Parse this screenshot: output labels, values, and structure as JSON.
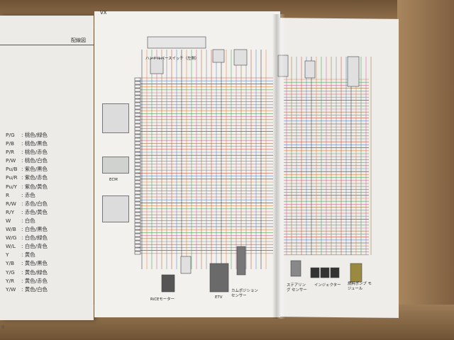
{
  "left_page": {
    "header": "配線図",
    "page_number": "8",
    "color_legend": [
      {
        "code": "P/G",
        "name": ": 桃色/緑色"
      },
      {
        "code": "P/B",
        "name": ": 桃色/黒色"
      },
      {
        "code": "P/R",
        "name": ": 桃色/赤色"
      },
      {
        "code": "P/W",
        "name": ": 桃色/白色"
      },
      {
        "code": "Pu/B",
        "name": ": 紫色/黒色"
      },
      {
        "code": "Pu/R",
        "name": ": 紫色/赤色"
      },
      {
        "code": "Pu/Y",
        "name": ": 紫色/黄色"
      },
      {
        "code": "R",
        "name": ": 赤色"
      },
      {
        "code": "R/W",
        "name": ": 赤色/白色"
      },
      {
        "code": "R/Y",
        "name": ": 赤色/黄色"
      },
      {
        "code": "W",
        "name": ": 白色"
      },
      {
        "code": "W/B",
        "name": ": 白色/黒色"
      },
      {
        "code": "W/G",
        "name": ": 白色/緑色"
      },
      {
        "code": "W/L",
        "name": ": 白色/青色"
      },
      {
        "code": "Y",
        "name": ": 黄色"
      },
      {
        "code": "Y/B",
        "name": ": 黄色/黒色"
      },
      {
        "code": "Y/G",
        "name": ": 黄色/緑色"
      },
      {
        "code": "Y/R",
        "name": ": 黄色/赤色"
      },
      {
        "code": "Y/W",
        "name": ": 黄色/白色"
      }
    ]
  },
  "diagram": {
    "model": "VX",
    "handlebar_switch": "ハンドルバースイッチ（左側）",
    "ecm": "ECM",
    "rice_motor": "RiCEモーター",
    "etv": "ETV",
    "cam_sensor": "カムポジション センサー",
    "steering_sensor": "ステアリング センサー",
    "injector": "インジェクター",
    "meter": "燃料ポンプ モジュール"
  },
  "colors": {
    "paper": "#f2f1ee",
    "cardboard": "#8a6a48",
    "wire_red": "#d23c2c",
    "wire_blue": "#4a7ec2",
    "wire_black": "#2a2a2a",
    "wire_orange": "#e07a2a",
    "wire_green": "#3a9a4a"
  }
}
